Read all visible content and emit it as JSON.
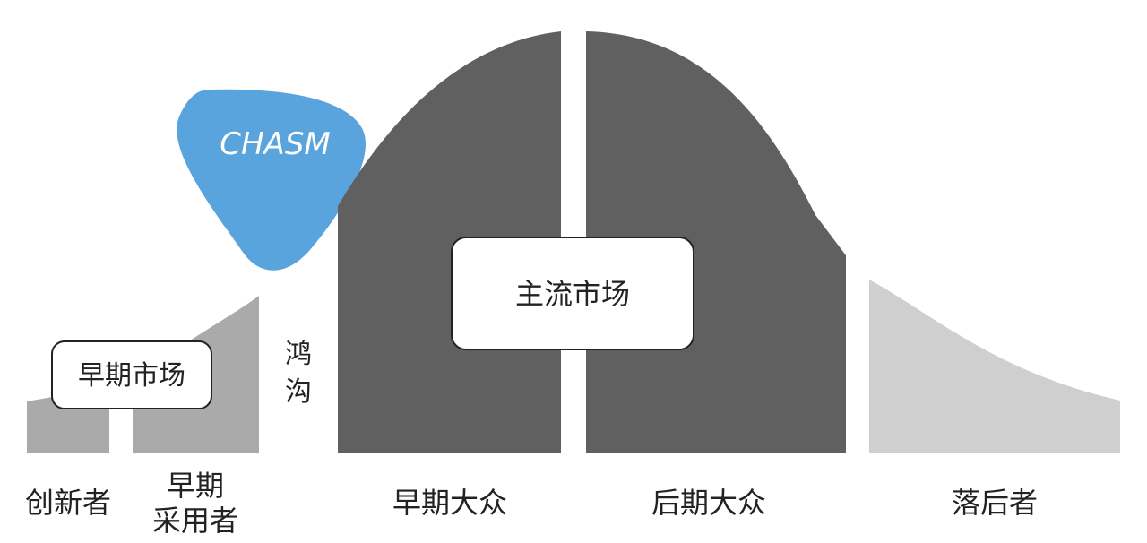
{
  "colors": {
    "light_gray": "#aaaaaa",
    "dark_gray": "#606060",
    "pale_gray": "#cfcfcf",
    "chasm_blue": "#5aa4de",
    "text": "#222222"
  },
  "chasm": {
    "label": "CHASM"
  },
  "chasm_cn": {
    "line1": "鸿",
    "line2": "沟"
  },
  "early_market": {
    "label": "早期市场"
  },
  "mainstream_market": {
    "label": "主流市场"
  },
  "segments": {
    "innovators": "创新者",
    "early_adopters_line1": "早期",
    "early_adopters_line2": "采用者",
    "early_majority": "早期大众",
    "late_majority": "后期大众",
    "laggards": "落后者"
  }
}
